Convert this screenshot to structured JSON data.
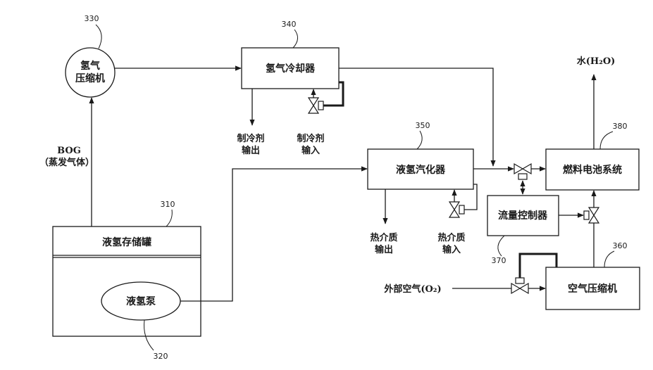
{
  "nodes": {
    "hydrogen_compressor": {
      "ref": "330",
      "label_lines": [
        "氢气",
        "压缩机"
      ]
    },
    "hydrogen_cooler": {
      "ref": "340",
      "label": "氢气冷却器"
    },
    "storage_tank": {
      "ref": "310",
      "label": "液氢存储罐"
    },
    "pump": {
      "ref": "320",
      "label": "液氢泵"
    },
    "vaporizer": {
      "ref": "350",
      "label": "液氢汽化器"
    },
    "fuel_cell": {
      "ref": "380",
      "label": "燃料电池系统"
    },
    "flow_controller": {
      "ref": "370",
      "label": "流量控制器"
    },
    "air_compressor": {
      "ref": "360",
      "label": "空气压缩机"
    }
  },
  "annotations": {
    "refrigerant_out": [
      "制冷剂",
      "输出"
    ],
    "refrigerant_in": [
      "制冷剂",
      "输入"
    ],
    "bog": [
      "BOG",
      "（蒸发气体）"
    ],
    "heat_medium_out": [
      "热介质",
      "输出"
    ],
    "heat_medium_in": [
      "热介质",
      "输入"
    ],
    "water": "水(H₂O)",
    "outside_air": "外部空气(O₂)"
  },
  "colors": {
    "line": "#1a1a1a",
    "background": "#ffffff"
  }
}
